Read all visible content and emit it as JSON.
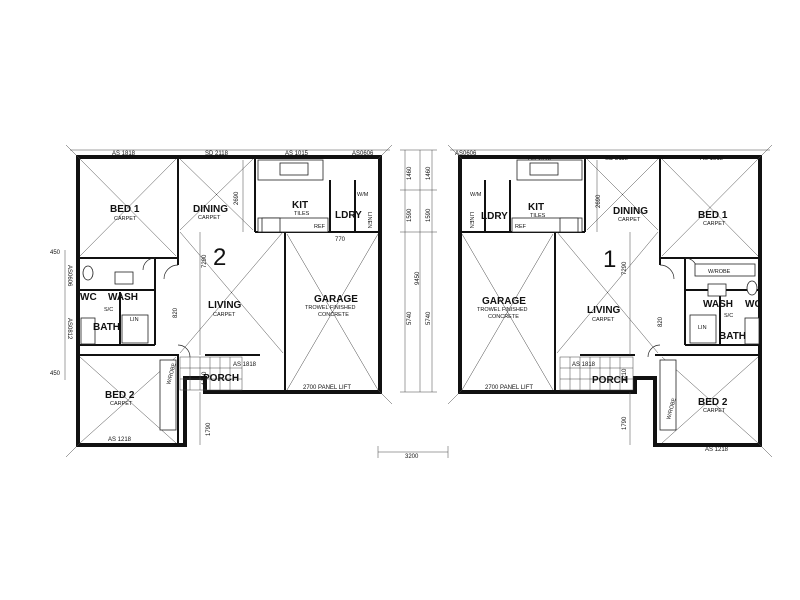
{
  "units": [
    {
      "number": "2",
      "rooms": {
        "bed1": "BED 1",
        "bed1_finish": "CARPET",
        "dining": "DINING",
        "dining_finish": "CARPET",
        "kit": "KIT",
        "kit_finish": "TILES",
        "ldry": "LDRY",
        "linen": "LINEN",
        "wm": "W/M",
        "ref": "REF",
        "living": "LIVING",
        "living_finish": "CARPET",
        "garage": "GARAGE",
        "garage_finish_1": "TROWEL FINISHED",
        "garage_finish_2": "CONCRETE",
        "wc": "WC",
        "wash": "WASH",
        "bath": "BATH",
        "lin": "LIN",
        "bed2": "BED 2",
        "bed2_finish": "CARPET",
        "wrobe": "W/ROBE",
        "porch": "PORCH",
        "sc": "S/C"
      },
      "dims": {
        "as1818_top": "AS 1818",
        "sd2118": "SD 2118",
        "as1015": "AS 1015",
        "as0606": "AS0606",
        "d2690": "2690",
        "d7290": "7290",
        "d820": "820",
        "d770": "770",
        "d1210": "1210",
        "as1818_porch": "AS 1818",
        "panel_lift": "2700 PANEL LIFT",
        "d1790": "1790",
        "as1218": "AS 1218",
        "d450a": "450",
        "d450b": "450",
        "as0606_side": "AS0606",
        "as0812": "AS0812"
      }
    },
    {
      "number": "1",
      "rooms": {
        "bed1": "BED 1",
        "bed1_finish": "CARPET",
        "dining": "DINING",
        "dining_finish": "CARPET",
        "kit": "KIT",
        "kit_finish": "TILES",
        "ldry": "LDRY",
        "linen": "LINEN",
        "wm": "W/M",
        "ref": "REF",
        "living": "LIVING",
        "living_finish": "CARPET",
        "garage": "GARAGE",
        "garage_finish_1": "TROWEL FINISHED",
        "garage_finish_2": "CONCRETE",
        "wc": "WC",
        "wash": "WASH",
        "bath": "BATH",
        "lin": "LIN",
        "bed2": "BED 2",
        "bed2_finish": "CARPET",
        "wrobe": "W/ROBE",
        "porch": "PORCH",
        "sc": "S/C"
      },
      "dims": {
        "as0606": "AS0606",
        "as1015": "AS 1015",
        "sd2118": "SD 2118",
        "as1818_top": "AS 1818",
        "d2690": "2690",
        "d7290": "7290",
        "d820": "820",
        "d1210": "1210",
        "as1818_porch": "AS 1818",
        "panel_lift": "2700 PANEL LIFT",
        "d1790": "1790",
        "as1218": "AS 1218"
      }
    }
  ],
  "center_dims": {
    "d1460a": "1460",
    "d1460b": "1460",
    "d1590a": "1590",
    "d1590b": "1590",
    "d9450": "9450",
    "d5740a": "5740",
    "d5740b": "5740"
  },
  "bottom_dim": "3200"
}
